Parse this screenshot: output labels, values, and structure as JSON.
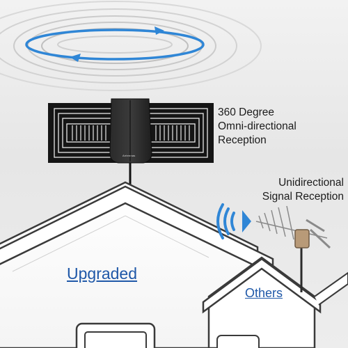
{
  "captions": {
    "omni_line1": "360 Degree",
    "omni_line2": "Omni-directional",
    "omni_line3": "Reception",
    "uni_line1": "Unidirectional",
    "uni_line2": "Signal Reception"
  },
  "houses": {
    "left_label": "Upgraded",
    "right_label": "Others"
  },
  "antenna": {
    "brand_mark": "Antennas"
  },
  "colors": {
    "accent_blue": "#1f58a8",
    "ring_blue": "#2f86d6",
    "antenna_black": "#1a1a1a",
    "house_white": "#ffffff",
    "house_outline": "#3a3a3a"
  },
  "icons": [
    "omni-signal-rings-icon",
    "wifi-signal-icon"
  ]
}
